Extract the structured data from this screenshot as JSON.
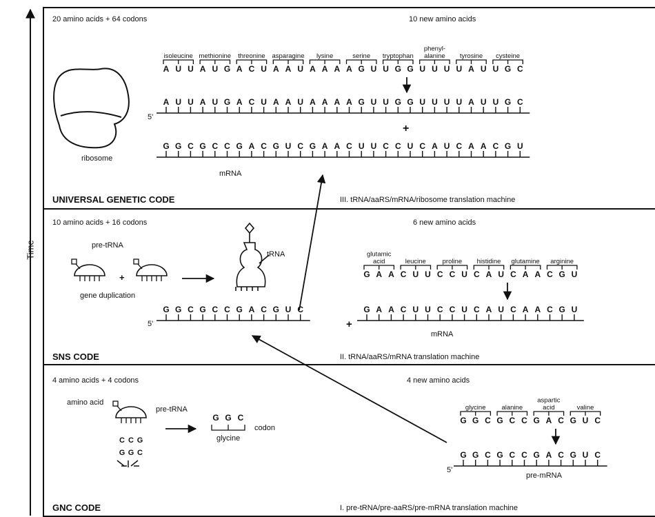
{
  "axis": {
    "time_label": "Time"
  },
  "universal": {
    "header": "20 amino acids + 64 codons",
    "new_label": "10 new amino acids",
    "amino_acids": [
      "isoleucine",
      "methionine",
      "threonine",
      "asparagine",
      "lysine",
      "serine",
      "tryptophan",
      "phenyl-\nalanine",
      "tyrosine",
      "cysteine"
    ],
    "codons": [
      "A",
      "U",
      "U",
      "A",
      "U",
      "G",
      "A",
      "C",
      "U",
      "A",
      "A",
      "U",
      "A",
      "A",
      "A",
      "A",
      "G",
      "U",
      "U",
      "G",
      "G",
      "U",
      "U",
      "U",
      "U",
      "A",
      "U",
      "U",
      "G",
      "C"
    ],
    "strand_top": [
      "A",
      "U",
      "U",
      "A",
      "U",
      "G",
      "A",
      "C",
      "U",
      "A",
      "A",
      "U",
      "A",
      "A",
      "A",
      "A",
      "G",
      "U",
      "U",
      "G",
      "G",
      "U",
      "U",
      "U",
      "U",
      "A",
      "U",
      "U",
      "G",
      "C"
    ],
    "strand_bottom": [
      "G",
      "G",
      "C",
      "G",
      "C",
      "C",
      "G",
      "A",
      "C",
      "G",
      "U",
      "C",
      "G",
      "A",
      "A",
      "C",
      "U",
      "U",
      "C",
      "C",
      "U",
      "C",
      "A",
      "U",
      "C",
      "A",
      "A",
      "C",
      "G",
      "U"
    ],
    "five_prime": "5'",
    "plus": "+",
    "mrna_label": "mRNA",
    "ribosome_label": "ribosome",
    "code_title": "UNIVERSAL GENETIC CODE",
    "machine": "III. tRNA/aaRS/mRNA/ribosome translation machine"
  },
  "sns": {
    "header": "10 amino acids + 16 codons",
    "new_label": "6 new amino acids",
    "pre_trna_label": "pre-tRNA",
    "trna_label": "tRNA",
    "gene_duplication": "gene duplication",
    "plus": "+",
    "amino_acids": [
      "glutamic\nacid",
      "leucine",
      "proline",
      "histidine",
      "glutamine",
      "arginine"
    ],
    "codons": [
      "G",
      "A",
      "A",
      "C",
      "U",
      "U",
      "C",
      "C",
      "U",
      "C",
      "A",
      "U",
      "C",
      "A",
      "A",
      "C",
      "G",
      "U"
    ],
    "strand_left": [
      "G",
      "G",
      "C",
      "G",
      "C",
      "C",
      "G",
      "A",
      "C",
      "G",
      "U",
      "C"
    ],
    "strand_right": [
      "G",
      "A",
      "A",
      "C",
      "U",
      "U",
      "C",
      "C",
      "U",
      "C",
      "A",
      "U",
      "C",
      "A",
      "A",
      "C",
      "G",
      "U"
    ],
    "five_prime": "5'",
    "mrna_label": "mRNA",
    "code_title": "SNS CODE",
    "machine": "II. tRNA/aaRS/mRNA translation machine"
  },
  "gnc": {
    "header": "4 amino acids + 4 codons",
    "new_label": "4 new amino acids",
    "amino_acid_label": "amino acid",
    "pre_trna_label": "pre-tRNA",
    "anticodon": [
      "C",
      "C",
      "G"
    ],
    "pairing": [
      "G",
      "G",
      "C"
    ],
    "codon_example": [
      "G",
      "G",
      "C"
    ],
    "codon_label": "codon",
    "glycine_label": "glycine",
    "amino_acids": [
      "glycine",
      "alanine",
      "aspartic\nacid",
      "valine"
    ],
    "codons": [
      "G",
      "G",
      "C",
      "G",
      "C",
      "C",
      "G",
      "A",
      "C",
      "G",
      "U",
      "C"
    ],
    "strand": [
      "G",
      "G",
      "C",
      "G",
      "C",
      "C",
      "G",
      "A",
      "C",
      "G",
      "U",
      "C"
    ],
    "five_prime": "5'",
    "pre_mrna_label": "pre-mRNA",
    "code_title": "GNC CODE",
    "machine": "I. pre-tRNA/pre-aaRS/pre-mRNA translation machine"
  }
}
